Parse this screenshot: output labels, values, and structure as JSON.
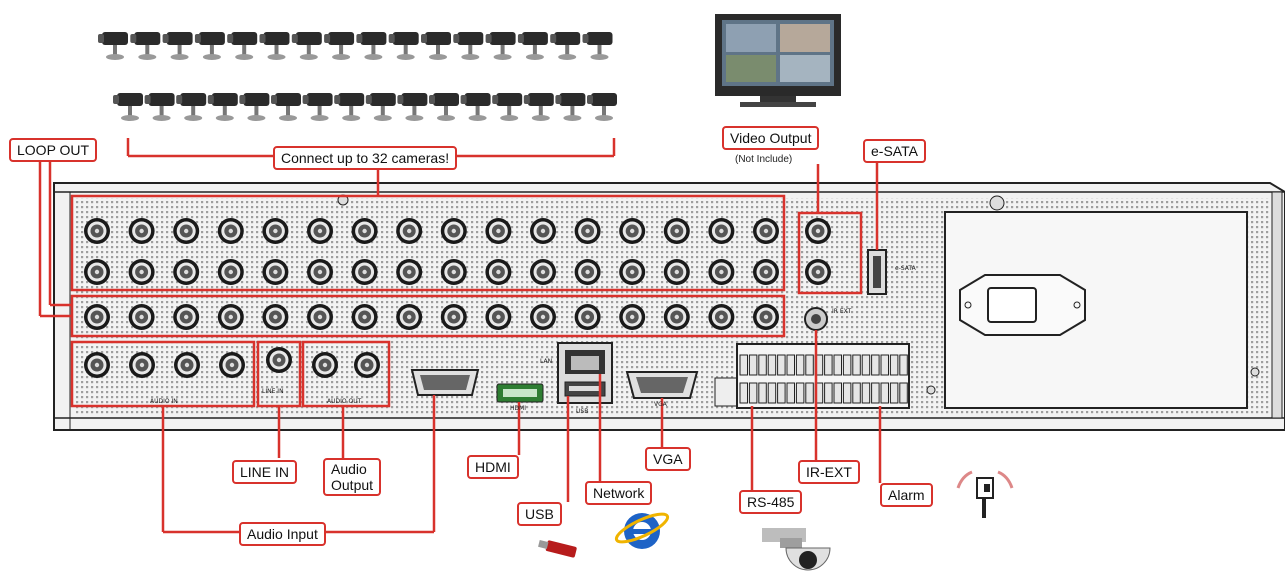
{
  "callouts": {
    "loop_out": "LOOP OUT",
    "connect_cameras": "Connect up to 32 cameras!",
    "video_output": "Video Output",
    "not_included": "(Not Include)",
    "esata": "e-SATA",
    "line_in": "LINE IN",
    "audio_output": [
      "Audio",
      "Output"
    ],
    "hdmi": "HDMI",
    "vga": "VGA",
    "ir_ext": "IR-EXT",
    "rs485": "RS-485",
    "alarm": "Alarm",
    "network": "Network",
    "usb": "USB",
    "audio_input": "Audio Input"
  },
  "panel_labels": {
    "audio_in": "AUDIO IN",
    "line_in": "LINE IN",
    "audio_out": "AUDIO OUT",
    "hdmi": "HDMI",
    "lan": "LAN",
    "usb": "USB",
    "vga": "VGA",
    "ir_ext": "IR EXT",
    "esata": "e-SATA"
  },
  "colors": {
    "callout_border": "#d8322c",
    "chassis": "#f2f2f2",
    "chassis_edge": "#222222",
    "bnc_ring": "#1a1a1a",
    "terminal_green": "#2e7d32"
  },
  "icons": [
    "camera-icon",
    "monitor-icon",
    "usb-stick-icon",
    "internet-explorer-icon",
    "ptz-dome-camera-icon",
    "alarm-sensor-icon"
  ]
}
